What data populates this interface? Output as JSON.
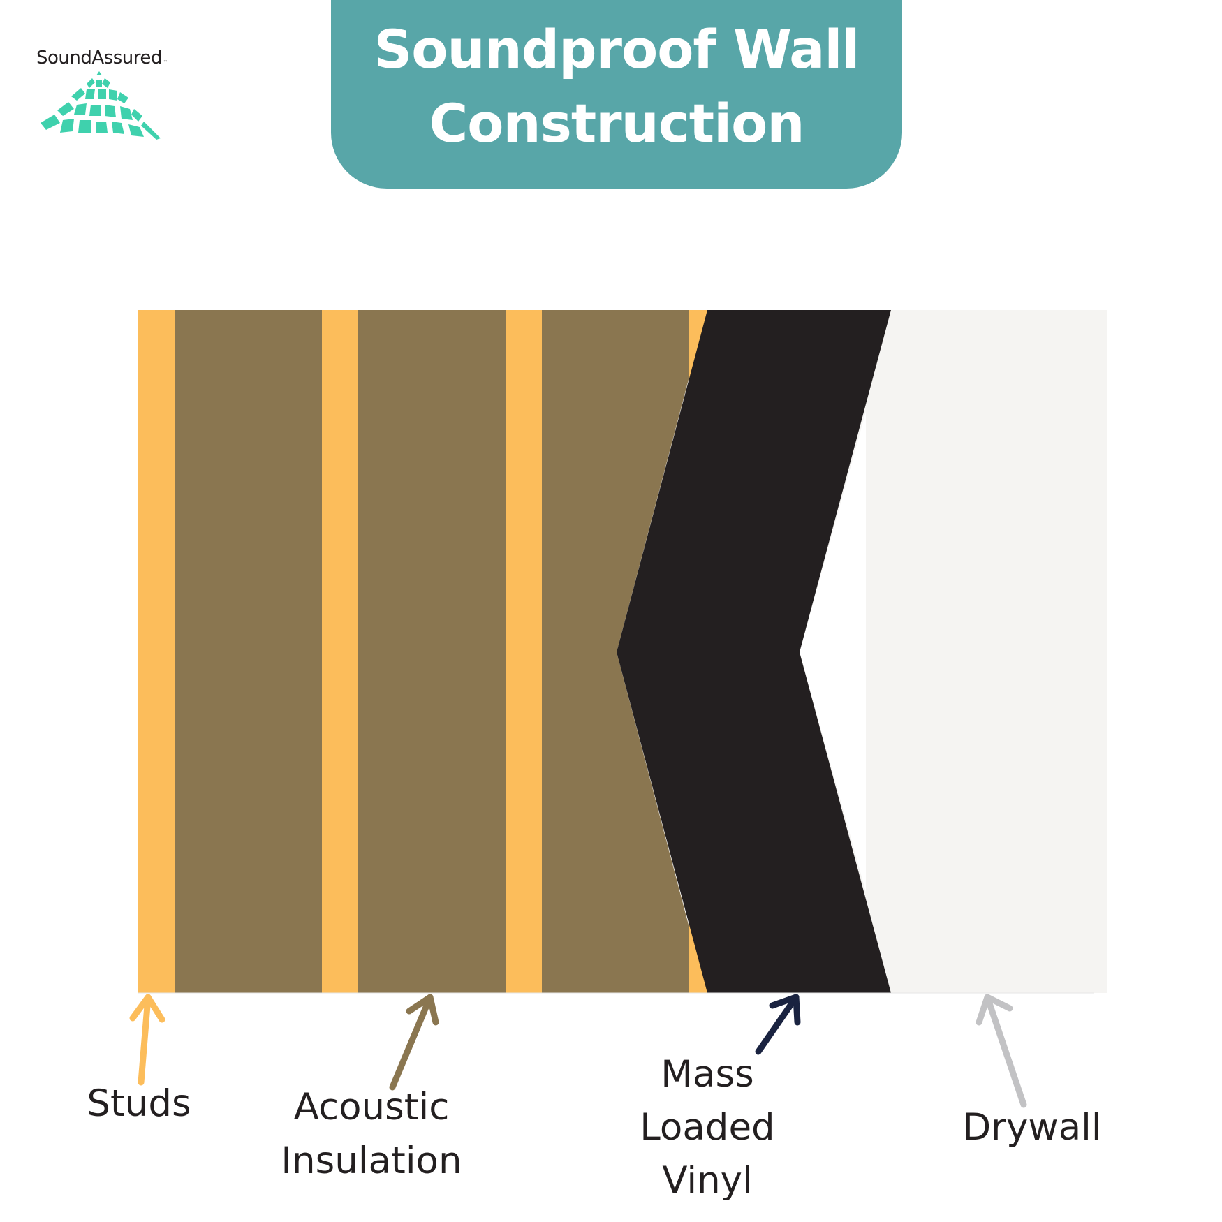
{
  "brand": {
    "name": "SoundAssured",
    "tm": "™",
    "mark_color": "#3fd1ad"
  },
  "title": {
    "line1": "Soundproof Wall",
    "line2": "Construction",
    "bg_color": "#58a6a8"
  },
  "layers": {
    "stud_color": "#fcbd5b",
    "insulation_color": "#8a7650",
    "vinyl_color": "#231f20",
    "drywall_color": "#f5f4f2"
  },
  "labels": {
    "studs": "Studs",
    "insulation": [
      "Acoustic",
      "Insulation"
    ],
    "vinyl": [
      "Mass",
      "Loaded",
      "Vinyl"
    ],
    "drywall": "Drywall"
  },
  "arrow_colors": {
    "studs": "#fcbd5b",
    "insulation": "#8a7650",
    "vinyl": "#1a2340",
    "drywall": "#c2c2c4"
  }
}
